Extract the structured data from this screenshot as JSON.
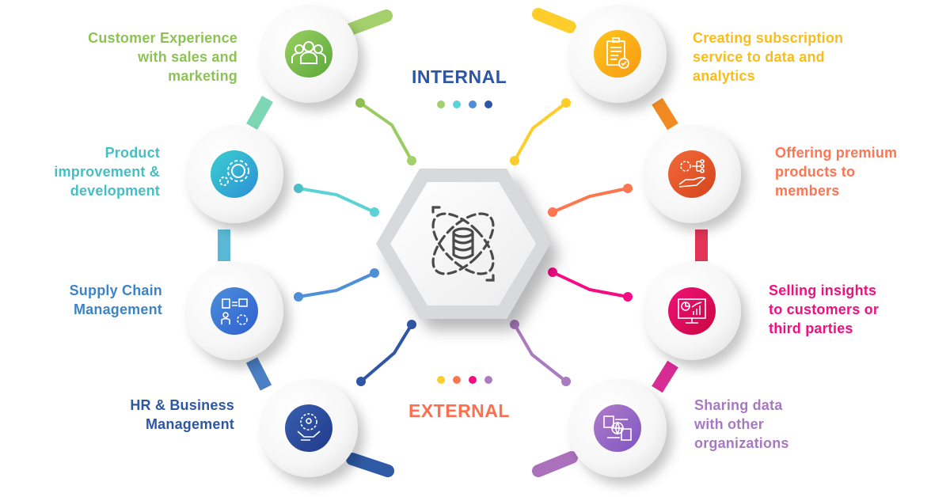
{
  "title": "Data monetization: internal and external uses",
  "center": {
    "icon": "database-orbit-icon"
  },
  "internal": {
    "label": "INTERNAL",
    "color": "#2f56a6",
    "dots": [
      "#a3d06a",
      "#5ad2d6",
      "#4f8fd8",
      "#2f56a6"
    ]
  },
  "external": {
    "label": "EXTERNAL",
    "color": "#ff6f4f",
    "dots": [
      "#fdcd2b",
      "#fd7650",
      "#f50c83",
      "#ab7bc0"
    ]
  },
  "items": [
    {
      "label_lines": [
        "Customer Experience",
        "with sales and",
        "marketing"
      ],
      "icon": "people-group-icon",
      "color": "#8dc255",
      "grad": [
        "#9bd062",
        "#5aa83b"
      ],
      "side": "left"
    },
    {
      "label_lines": [
        "Product",
        "improvement &",
        "development"
      ],
      "icon": "gears-icon",
      "color": "#45bfc3",
      "grad": [
        "#3ccfd0",
        "#2b8fd6"
      ],
      "side": "left"
    },
    {
      "label_lines": [
        "Supply Chain",
        "Management"
      ],
      "icon": "supply-chain-icon",
      "color": "#3d84c6",
      "grad": [
        "#4c8fdc",
        "#2f5fcf"
      ],
      "side": "left"
    },
    {
      "label_lines": [
        "HR & Business",
        "Management"
      ],
      "icon": "hr-handshake-icon",
      "color": "#2f57a1",
      "grad": [
        "#3a5fb0",
        "#1f3a8a"
      ],
      "side": "left"
    },
    {
      "label_lines": [
        "Creating subscription",
        "service to data and",
        "analytics"
      ],
      "icon": "clipboard-check-icon",
      "color": "#f7bd1c",
      "grad": [
        "#ffc41c",
        "#f79a13"
      ],
      "side": "right"
    },
    {
      "label_lines": [
        "Offering premium",
        "products to",
        "members"
      ],
      "icon": "premium-product-hand-icon",
      "color": "#ff7452",
      "grad": [
        "#f46a3a",
        "#d3441c"
      ],
      "side": "right"
    },
    {
      "label_lines": [
        "Selling insights",
        "to customers or",
        "third parties"
      ],
      "icon": "analytics-monitor-icon",
      "color": "#f1107e",
      "grad": [
        "#f0117a",
        "#c9073f"
      ],
      "side": "right"
    },
    {
      "label_lines": [
        "Sharing data",
        "with other",
        "organizations"
      ],
      "icon": "data-exchange-globe-icon",
      "color": "#a779bf",
      "grad": [
        "#b07bc8",
        "#7e56c2"
      ],
      "side": "right"
    }
  ]
}
